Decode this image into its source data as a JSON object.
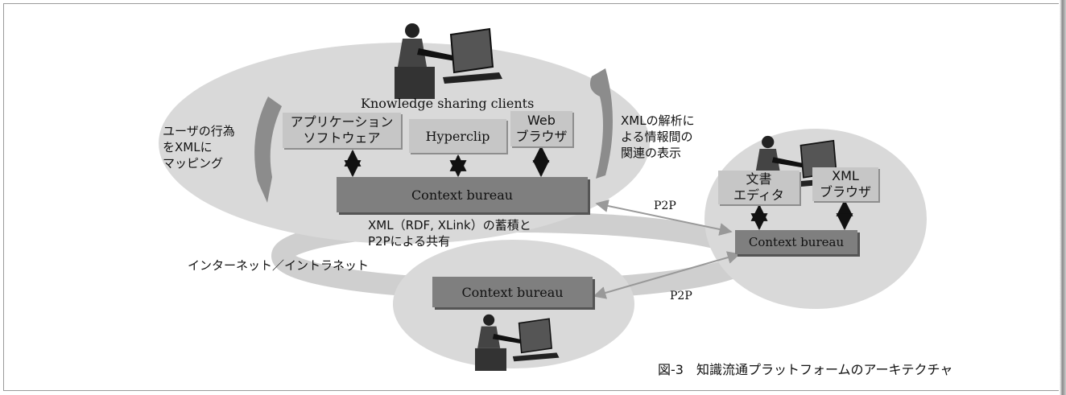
{
  "top": {
    "clients_title": "Knowledge sharing clients",
    "app_software": "アプリケーション\nソフトウェア",
    "hyperclip": "Hyperclip",
    "web_browser": "Web\nブラウザ",
    "context_bureau": "Context bureau",
    "storage_note": "XML（RDF, XLink）の蓄積と\nP2Pによる共有"
  },
  "left_note": "ユーザの行為\nをXMLに\nマッピング",
  "right_note": "XMLの解析に\nよる情報間の\n関連の表示",
  "internet_label": "インターネット／イントラネット",
  "right_node": {
    "doc_editor": "文書\nエディタ",
    "xml_browser": "XML\nブラウザ",
    "context_bureau": "Context bureau"
  },
  "bottom_node": {
    "context_bureau": "Context bureau"
  },
  "p2p_upper": "P2P",
  "p2p_lower": "P2P",
  "caption": "図-3　知識流通プラットフォームのアーキテクチャ"
}
